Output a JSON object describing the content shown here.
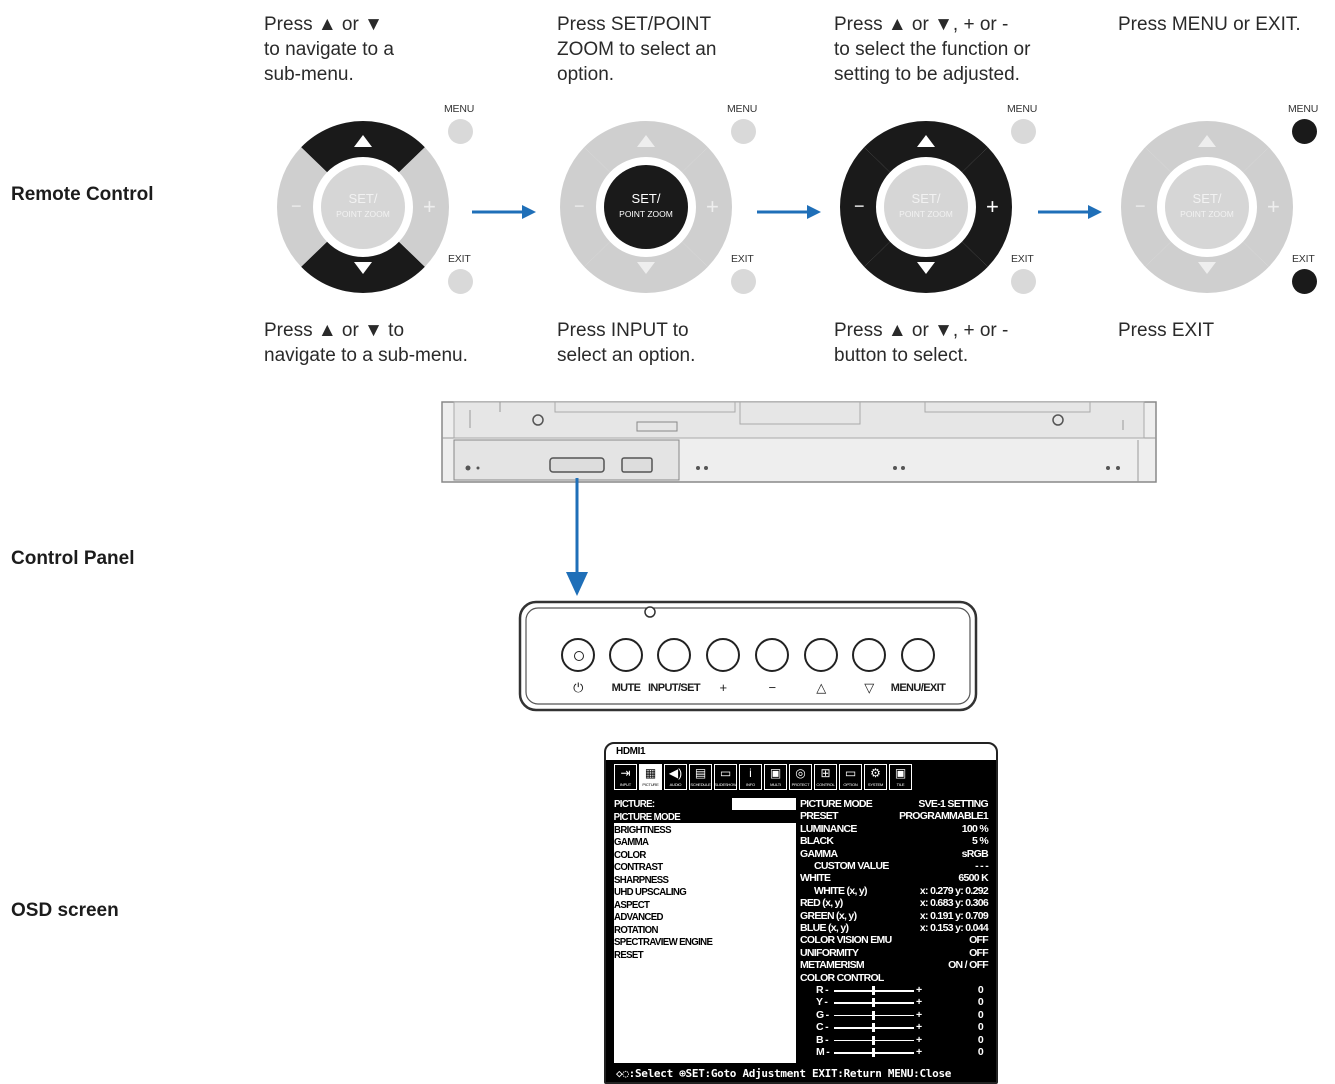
{
  "rows": {
    "remote": "Remote Control",
    "panel": "Control Panel",
    "osd": "OSD screen"
  },
  "remote": {
    "steps": [
      {
        "top": "Press ▲ or ▼\nto navigate to a\nsub-menu.",
        "bottom": "Press ▲ or ▼ to\nnavigate to a sub-menu."
      },
      {
        "top": "Press SET/POINT\nZOOM to select an\noption.",
        "bottom": "Press INPUT to\nselect an option."
      },
      {
        "top": "Press ▲ or ▼, + or -\nto select the function or\nsetting to be adjusted.",
        "bottom": "Press ▲ or ▼, + or -\nbutton to select."
      },
      {
        "top": "Press MENU or EXIT.",
        "bottom": "Press EXIT"
      }
    ],
    "menu_label": "MENU",
    "exit_label": "EXIT",
    "set_label": "SET/",
    "zoom_label": "POINT ZOOM",
    "plus": "+",
    "minus": "−"
  },
  "panel": {
    "buttons": [
      "⏻",
      "MUTE",
      "INPUT/SET",
      "+",
      "−",
      "△",
      "▽",
      "MENU/EXIT"
    ]
  },
  "osd": {
    "title": "HDMI1",
    "icons": [
      {
        "glyph": "⇥",
        "cap": "INPUT"
      },
      {
        "glyph": "▦",
        "cap": "PICTURE"
      },
      {
        "glyph": "◀)",
        "cap": "AUDIO"
      },
      {
        "glyph": "▤",
        "cap": "SCHEDULE"
      },
      {
        "glyph": "▭",
        "cap": "SLIDESHOW"
      },
      {
        "glyph": "i",
        "cap": "INFO"
      },
      {
        "glyph": "▣",
        "cap": "MULTI"
      },
      {
        "glyph": "◎",
        "cap": "PROTECT"
      },
      {
        "glyph": "⊞",
        "cap": "CONTROL"
      },
      {
        "glyph": "▭",
        "cap": "OPTION"
      },
      {
        "glyph": "⚙",
        "cap": "SYSTEM"
      },
      {
        "glyph": "▣",
        "cap": "TILE"
      }
    ],
    "left_header": "PICTURE:",
    "left_items": [
      "PICTURE MODE",
      "BRIGHTNESS",
      "GAMMA",
      "COLOR",
      "CONTRAST",
      "SHARPNESS",
      "UHD UPSCALING",
      "ASPECT",
      "ADVANCED",
      "ROTATION",
      "SPECTRAVIEW ENGINE",
      "RESET"
    ],
    "right_rows": [
      {
        "label": "PICTURE MODE",
        "value": "SVE-1 SETTING"
      },
      {
        "label": "PRESET",
        "value": "PROGRAMMABLE1"
      },
      {
        "label": "LUMINANCE",
        "value": "100 %"
      },
      {
        "label": "BLACK",
        "value": "5 %"
      },
      {
        "label": "GAMMA",
        "value": "sRGB"
      },
      {
        "label": "CUSTOM VALUE",
        "value": "- - -",
        "indent": true
      },
      {
        "label": "WHITE",
        "value": "6500 K"
      },
      {
        "label": "WHITE (x, y)",
        "value": "x: 0.279   y: 0.292",
        "indent": true
      },
      {
        "label": "RED (x, y)",
        "value": "x: 0.683   y: 0.306"
      },
      {
        "label": "GREEN (x, y)",
        "value": "x: 0.191   y: 0.709"
      },
      {
        "label": "BLUE (x, y)",
        "value": "x: 0.153   y: 0.044"
      },
      {
        "label": "COLOR VISION EMU",
        "value": "OFF"
      },
      {
        "label": "UNIFORMITY",
        "value": "OFF"
      },
      {
        "label": "METAMERISM",
        "value": "ON / OFF"
      },
      {
        "label": "COLOR CONTROL",
        "value": ""
      }
    ],
    "sliders": [
      {
        "label": "R -",
        "plus": "+",
        "value": "0"
      },
      {
        "label": "Y -",
        "plus": "+",
        "value": "0"
      },
      {
        "label": "G -",
        "plus": "+",
        "value": "0"
      },
      {
        "label": "C -",
        "plus": "+",
        "value": "0"
      },
      {
        "label": "B -",
        "plus": "+",
        "value": "0"
      },
      {
        "label": "M -",
        "plus": "+",
        "value": "0"
      }
    ],
    "footer": "◇◌:Select ⊕SET:Goto Adjustment EXIT:Return MENU:Close"
  }
}
